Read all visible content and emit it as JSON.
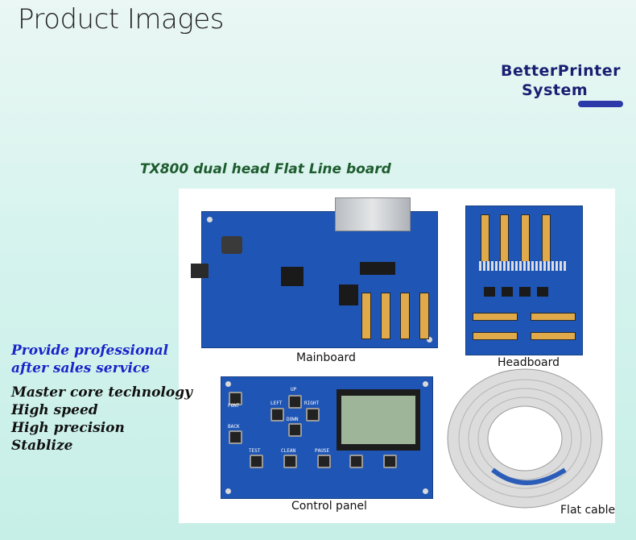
{
  "page": {
    "title": "Product Images"
  },
  "brand": {
    "line1": "BetterPrinter",
    "line2": "System",
    "accent_color": "#2b3aa8"
  },
  "product": {
    "heading": "TX800 dual head Flat Line board",
    "labels": {
      "mainboard": "Mainboard",
      "headboard": "Headboard",
      "control_panel": "Control panel",
      "flat_cable": "Flat cable"
    }
  },
  "features": {
    "service_lines": [
      "Provide professional",
      "after sales service"
    ],
    "points": [
      "Master core technology",
      "High speed",
      "High precision",
      "Stablize"
    ]
  },
  "control_panel_buttons": [
    "FONT",
    "UP",
    "LEFT",
    "RIGHT",
    "DOWN",
    "BACK",
    "TEST",
    "CLEAN",
    "PAUSE"
  ],
  "colors": {
    "pcb_blue": "#1f56b5",
    "heading_green": "#1d5c2e",
    "service_blue": "#1a23c9"
  }
}
